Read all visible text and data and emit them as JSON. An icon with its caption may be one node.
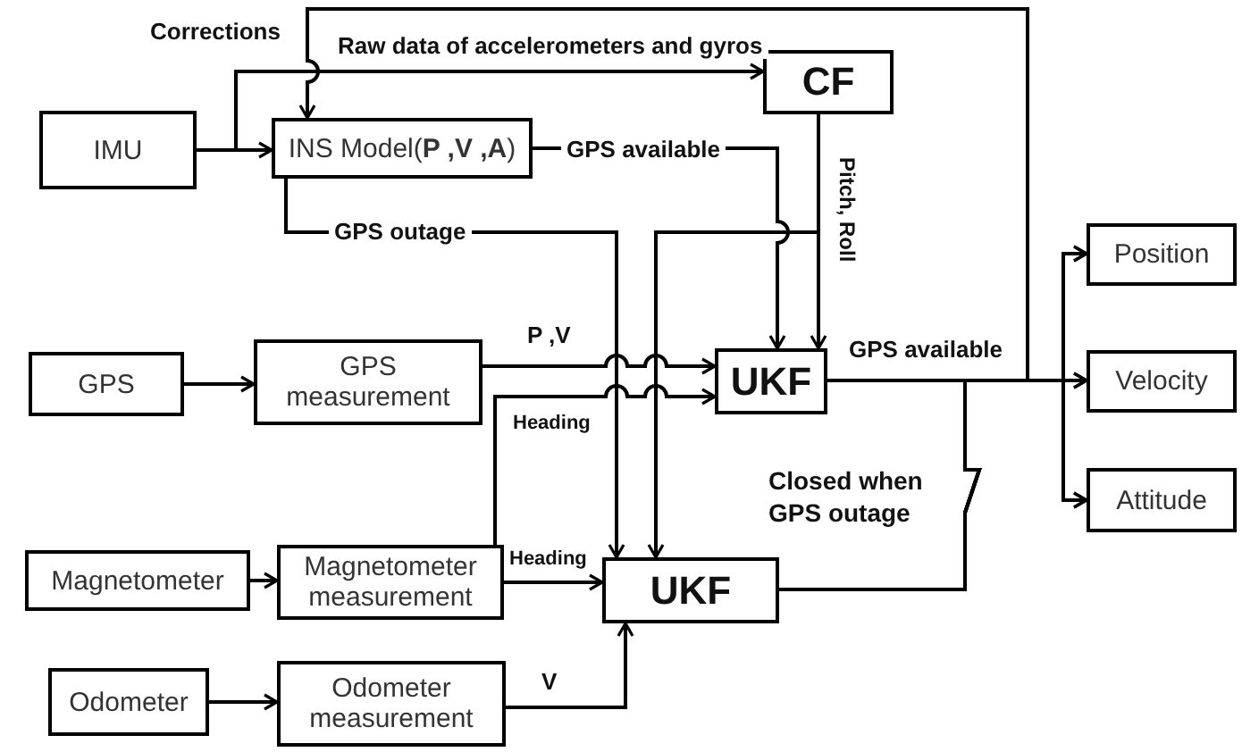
{
  "diagram": {
    "nodes": [
      {
        "text": [
          "IMU"
        ]
      },
      {
        "text": [
          "INS Model(**P ,V ,A**)"
        ]
      },
      {
        "text": [
          "CF"
        ]
      },
      {
        "text": [
          "GPS"
        ]
      },
      {
        "text": [
          "GPS measurement"
        ]
      },
      {
        "text": [
          "UKF"
        ]
      },
      {
        "text": [
          "Position"
        ]
      },
      {
        "text": [
          "Velocity"
        ]
      },
      {
        "text": [
          "Attitude"
        ]
      },
      {
        "text": [
          "Magnetometer"
        ]
      },
      {
        "text": [
          "Magnetometer measurement"
        ]
      },
      {
        "text": [
          "Odometer"
        ]
      },
      {
        "text": [
          "Odometer measurement"
        ]
      },
      {
        "text": [
          "UKF"
        ]
      }
    ],
    "edges": [
      {
        "from": 0,
        "to": 1,
        "arrow": "to"
      },
      {
        "from": 0,
        "to": 2,
        "arrow": "to",
        "label": "Raw data of accelerometers and gyros"
      },
      {
        "from": 5,
        "to": 1,
        "arrow": "to",
        "label": "Corrections"
      },
      {
        "from": 1,
        "to": 5,
        "arrow": "to",
        "label": "GPS available"
      },
      {
        "from": 1,
        "to": 13,
        "arrow": "to",
        "label": "GPS outage"
      },
      {
        "from": 2,
        "to": 5,
        "arrow": "to",
        "label": "Pitch, Roll"
      },
      {
        "from": 2,
        "to": 13,
        "arrow": "to"
      },
      {
        "from": 3,
        "to": 4,
        "arrow": "to"
      },
      {
        "from": 4,
        "to": 5,
        "arrow": "to",
        "label": "P ,V"
      },
      {
        "from": 10,
        "to": 5,
        "arrow": "to",
        "label": "Heading"
      },
      {
        "from": 9,
        "to": 10,
        "arrow": "to"
      },
      {
        "from": 10,
        "to": 13,
        "arrow": "to",
        "label": "Heading"
      },
      {
        "from": 11,
        "to": 12,
        "arrow": "to"
      },
      {
        "from": 12,
        "to": 13,
        "arrow": "to",
        "label": "V"
      },
      {
        "from": 5,
        "to": 6,
        "arrow": "to"
      },
      {
        "from": 5,
        "to": 7,
        "arrow": "to",
        "label": "GPS available"
      },
      {
        "from": 5,
        "to": 8,
        "arrow": "to"
      },
      {
        "from": 13,
        "to": 6,
        "arrow": "to"
      },
      {
        "from": 13,
        "to": 7,
        "arrow": "to",
        "label": "Closed when GPS outage"
      },
      {
        "from": 13,
        "to": 8,
        "arrow": "to"
      }
    ]
  }
}
